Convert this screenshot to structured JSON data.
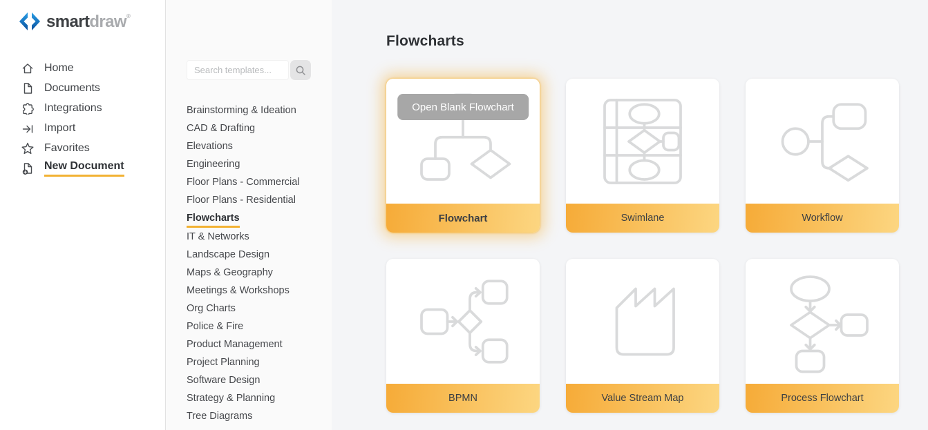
{
  "brand": {
    "name_primary": "smart",
    "name_secondary": "draw",
    "trademark": "®"
  },
  "sidebar": {
    "items": [
      {
        "label": "Home",
        "icon": "home-icon",
        "active": false
      },
      {
        "label": "Documents",
        "icon": "document-icon",
        "active": false
      },
      {
        "label": "Integrations",
        "icon": "puzzle-icon",
        "active": false
      },
      {
        "label": "Import",
        "icon": "import-arrow-icon",
        "active": false
      },
      {
        "label": "Favorites",
        "icon": "star-icon",
        "active": false
      },
      {
        "label": "New Document",
        "icon": "new-document-icon",
        "active": true
      }
    ]
  },
  "templates_panel": {
    "search_placeholder": "Search templates...",
    "search_value": "",
    "categories": [
      "Brainstorming & Ideation",
      "CAD & Drafting",
      "Elevations",
      "Engineering",
      "Floor Plans - Commercial",
      "Floor Plans - Residential",
      "Flowcharts",
      "IT & Networks",
      "Landscape Design",
      "Maps & Geography",
      "Meetings & Workshops",
      "Org Charts",
      "Police & Fire",
      "Product Management",
      "Project Planning",
      "Software Design",
      "Strategy & Planning",
      "Tree Diagrams"
    ],
    "active_category": "Flowcharts"
  },
  "main": {
    "title": "Flowcharts",
    "cards": [
      {
        "label": "Flowchart",
        "icon": "flowchart-icon",
        "hovered": true,
        "overlay_button": "Open Blank Flowchart"
      },
      {
        "label": "Swimlane",
        "icon": "swimlane-icon"
      },
      {
        "label": "Workflow",
        "icon": "workflow-icon"
      },
      {
        "label": "BPMN",
        "icon": "bpmn-icon"
      },
      {
        "label": "Value Stream Map",
        "icon": "value-stream-map-icon"
      },
      {
        "label": "Process Flowchart",
        "icon": "process-flowchart-icon"
      }
    ]
  },
  "colors": {
    "accent_yellow": "#F2B233",
    "footer_gradient_start": "#F6AB38",
    "footer_gradient_end": "#FCD681",
    "brand_blue_light": "#2AA0E8",
    "brand_blue_dark": "#0A4F9C",
    "card_icon_stroke": "#D9DADB",
    "overlay_button_gray": "#A7A7A7"
  }
}
